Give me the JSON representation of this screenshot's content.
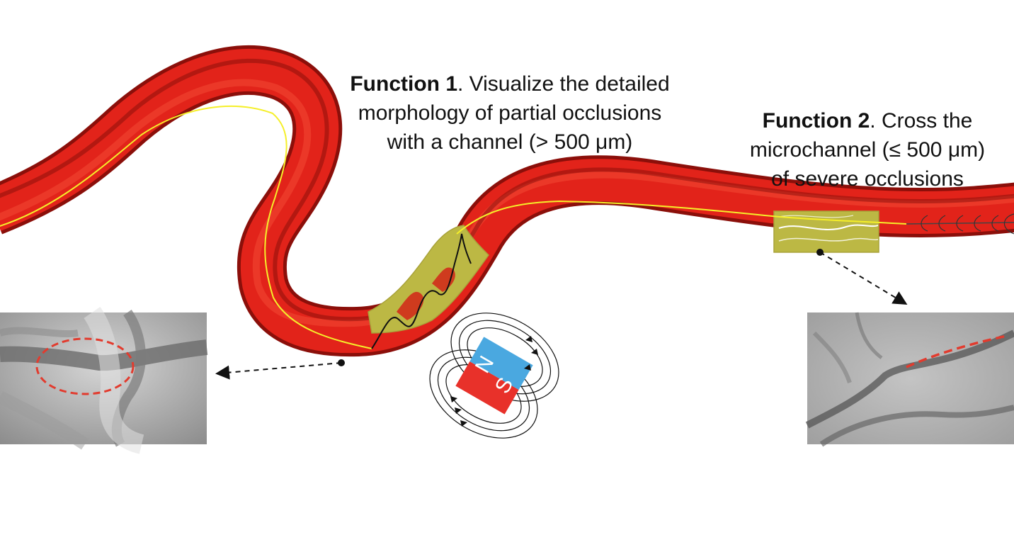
{
  "function1": {
    "title": "Function 1",
    "line1_rest": ". Visualize the detailed",
    "line2": "morphology of partial occlusions",
    "line3": "with a channel (> 500 μm)"
  },
  "function2": {
    "title": "Function 2",
    "line1_rest": ". Cross the",
    "line2": "microchannel (≤ 500 μm)",
    "line3": "of severe occlusions"
  },
  "magnet": {
    "north_label": "N",
    "south_label": "S",
    "north_color": "#e8312a",
    "south_color": "#4aa8e0"
  },
  "colors": {
    "vessel": "#e2231a",
    "vessel_dark": "#8b0f0a",
    "guidewire": "#f5ef2a",
    "occlusion": "#bcb844",
    "annotation_dash": "#e23b2e"
  }
}
